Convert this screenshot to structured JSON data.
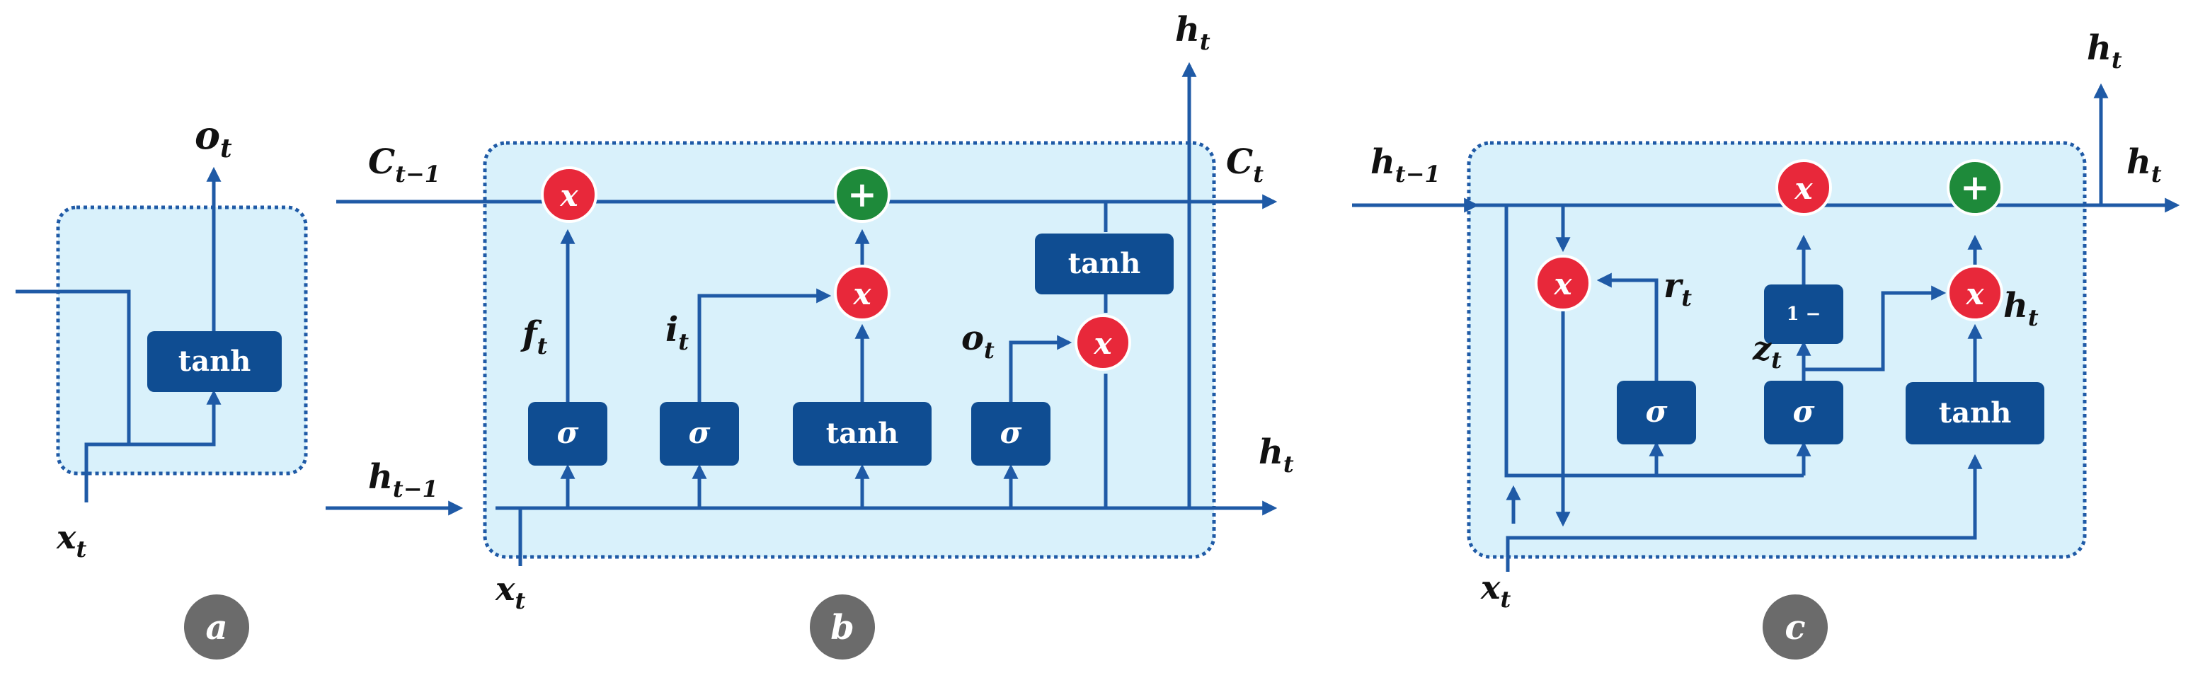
{
  "panels": {
    "a": {
      "badge": "a",
      "tanh_label": "tanh",
      "output": {
        "main": "o",
        "sub": "t"
      },
      "input": {
        "main": "x",
        "sub": "t"
      }
    },
    "b": {
      "badge": "b",
      "cell_in": {
        "main": "C",
        "sub": "t−1"
      },
      "cell_out": {
        "main": "C",
        "sub": "t"
      },
      "hidden_top": {
        "main": "h",
        "sub": "t"
      },
      "hidden_right": {
        "main": "h",
        "sub": "t"
      },
      "hidden_in": {
        "main": "h",
        "sub": "t−1"
      },
      "input": {
        "main": "x",
        "sub": "t"
      },
      "forget": {
        "main": "f",
        "sub": "t"
      },
      "input_gate": {
        "main": "i",
        "sub": "t"
      },
      "output_gate": {
        "main": "o",
        "sub": "t"
      },
      "sigma": "σ",
      "tanh_label": "tanh",
      "mult": "x",
      "plus": "+"
    },
    "c": {
      "badge": "c",
      "hidden_in": {
        "main": "h",
        "sub": "t−1"
      },
      "hidden_top": {
        "main": "h",
        "sub": "t"
      },
      "hidden_right": {
        "main": "h",
        "sub": "t"
      },
      "hidden_candidate": {
        "main": "h",
        "sub": "t"
      },
      "reset": {
        "main": "r",
        "sub": "t"
      },
      "update": {
        "main": "z",
        "sub": "t"
      },
      "input": {
        "main": "x",
        "sub": "t"
      },
      "one_minus": "1 −",
      "sigma": "σ",
      "tanh_label": "tanh",
      "mult": "x",
      "plus": "+"
    }
  },
  "colors": {
    "panel_fill": "#d9f1fb",
    "panel_border": "#1f5aa6",
    "box_fill": "#0f4d92",
    "line": "#1f5aa6",
    "mult_op": "#e8283a",
    "add_op": "#1e8a3a",
    "badge": "#6b6b6b"
  }
}
